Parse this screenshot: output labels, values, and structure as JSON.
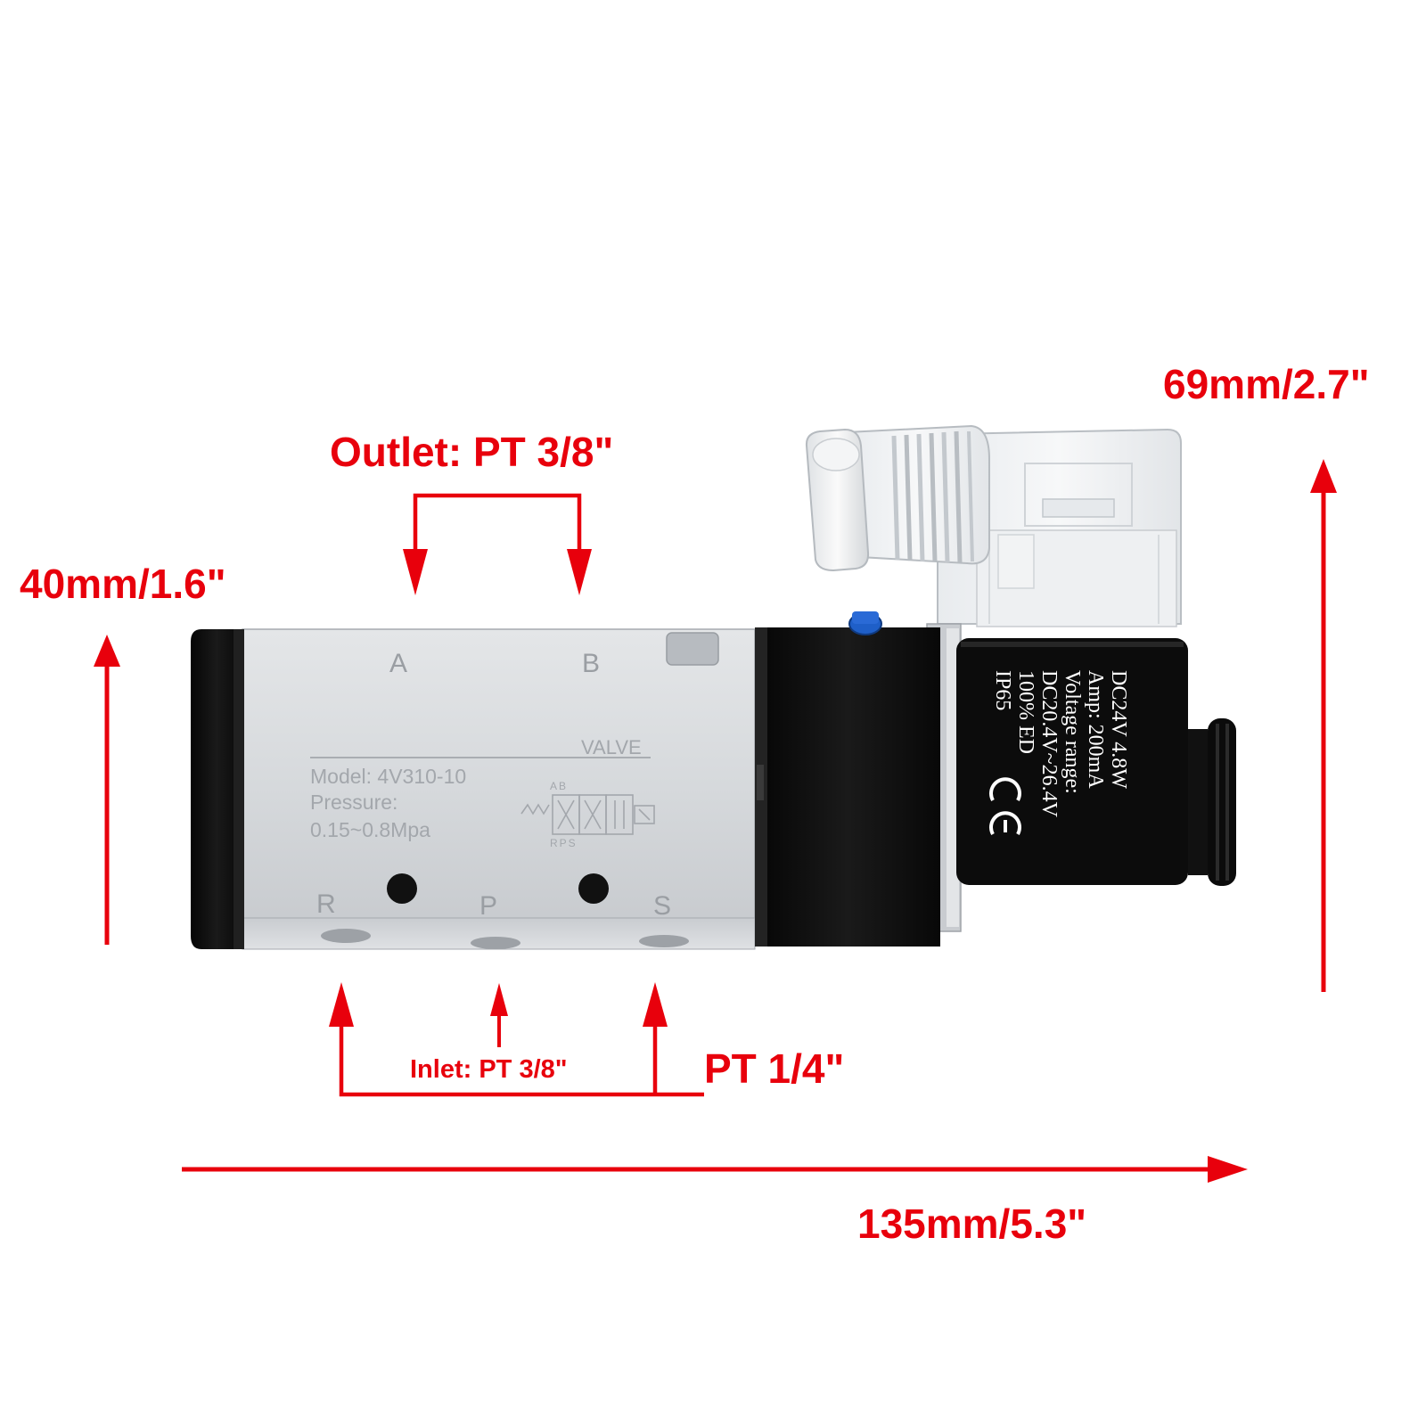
{
  "dimensions": {
    "height_main": "40mm/1.6\"",
    "height_total": "69mm/2.7\"",
    "length": "135mm/5.3\"",
    "outlet": "Outlet: PT 3/8\"",
    "inlet": "Inlet: PT 3/8\"",
    "exhaust": "PT 1/4\""
  },
  "valve_body": {
    "port_a": "A",
    "port_b": "B",
    "port_r": "R",
    "port_p": "P",
    "port_s": "S",
    "brand": "VALVE",
    "model": "Model: 4V310-10",
    "pressure_label": "Pressure:",
    "pressure_value": "0.15~0.8Mpa",
    "symbol_top": "AB",
    "symbol_bottom": "RPS"
  },
  "coil_label": {
    "lines": [
      "DC24V   4.8W",
      "Amp:  200mA",
      "Voltage range:",
      "DC20.4V~26.4V",
      "100% ED",
      "IP65"
    ],
    "mark": "CE"
  },
  "colors": {
    "annotation": "#e8000c",
    "body": "#d9dbde",
    "coil": "#111111"
  }
}
